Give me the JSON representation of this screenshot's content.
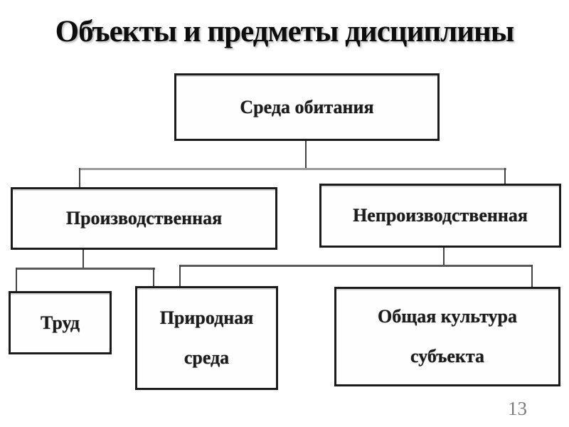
{
  "slide": {
    "title": "Объекты и предметы дисциплины",
    "page_number": "13"
  },
  "diagram": {
    "nodes": {
      "habitat": {
        "label": "Среда обитания"
      },
      "production": {
        "label": "Производственная"
      },
      "nonproduction": {
        "label": "Непроизводственная"
      },
      "labor": {
        "label": "Труд"
      },
      "natural_env": {
        "lines": [
          "Природная",
          "среда"
        ]
      },
      "culture": {
        "lines": [
          "Общая культура",
          "субъекта"
        ]
      }
    },
    "edges": [
      "Среда обитания -> Производственная",
      "Среда обитания -> Непроизводственная",
      "Производственная -> Труд",
      "Производственная -> Природная среда",
      "Непроизводственная -> Природная среда",
      "Непроизводственная -> Общая культура субъекта"
    ]
  },
  "colors": {
    "background": "#ffffff",
    "box_border": "#1b1b1b",
    "text": "#1c1c1c",
    "connector_dark": "#424242",
    "connector_gray": "#9b9b9b",
    "page_number": "#7b7b7b"
  }
}
